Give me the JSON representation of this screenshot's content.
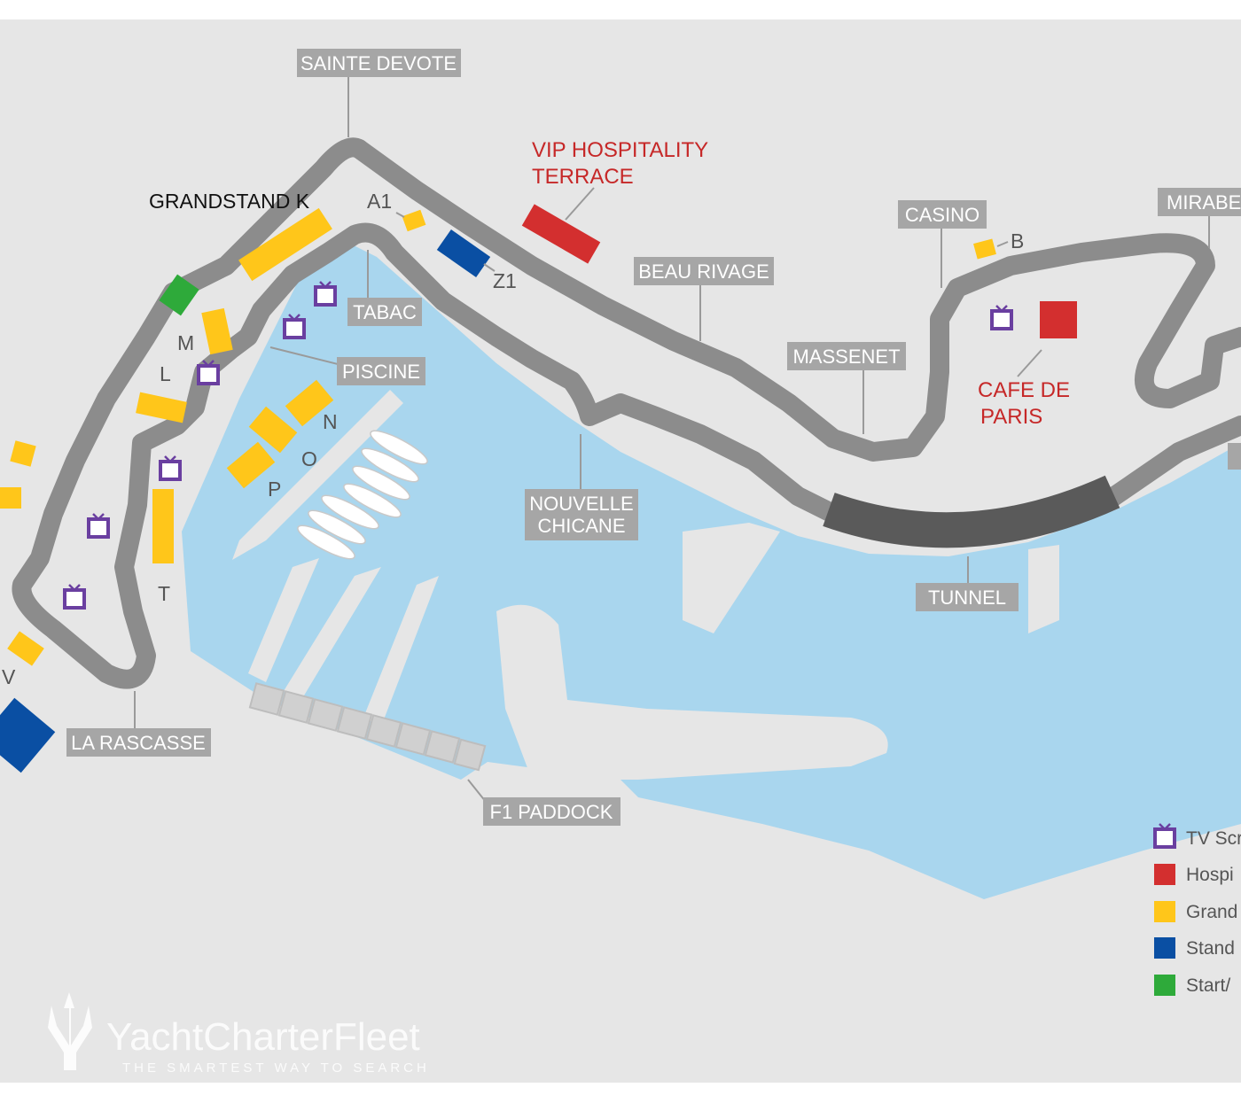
{
  "colors": {
    "background": "#e6e6e6",
    "water": "#a9d6ee",
    "track": "#8c8c8c",
    "tunnel": "#5a5a5a",
    "label_box": "#a6a6a6",
    "tv_screen": "#6a3fa0",
    "hospitality": "#d32f2f",
    "grandstand": "#ffc61a",
    "standing": "#0a4fa3",
    "start_finish": "#2eaa3a"
  },
  "corner_labels": {
    "sainte_devote": "SAINTE DEVOTE",
    "beau_rivage": "BEAU RIVAGE",
    "casino": "CASINO",
    "mirabeau": "MIRABE",
    "massenet": "MASSENET",
    "tabac": "TABAC",
    "piscine": "PISCINE",
    "nouvelle_chicane_1": "NOUVELLE",
    "nouvelle_chicane_2": "CHICANE",
    "tunnel": "TUNNEL",
    "la_rascasse": "LA RASCASSE",
    "f1_paddock": "F1 PADDOCK"
  },
  "hospitality_labels": {
    "vip_1": "VIP HOSPITALITY",
    "vip_2": "TERRACE",
    "cafe_1": "CAFE DE",
    "cafe_2": "PARIS"
  },
  "grandstand_labels": {
    "k": "GRANDSTAND K",
    "a1": "A1",
    "z1": "Z1",
    "b": "B",
    "m": "M",
    "l": "L",
    "n": "N",
    "o": "O",
    "p": "P",
    "t": "T",
    "v": "V"
  },
  "legend": {
    "items": [
      {
        "label": "TV Scr",
        "icon": "tv-icon"
      },
      {
        "label": "Hospi",
        "icon": "red-square"
      },
      {
        "label": "Grand",
        "icon": "yellow-square"
      },
      {
        "label": "Stand",
        "icon": "blue-square"
      },
      {
        "label": "Start/",
        "icon": "green-square"
      }
    ]
  },
  "watermark": {
    "brand": "YachtCharterFleet",
    "tagline": "THE SMARTEST WAY TO SEARCH"
  }
}
